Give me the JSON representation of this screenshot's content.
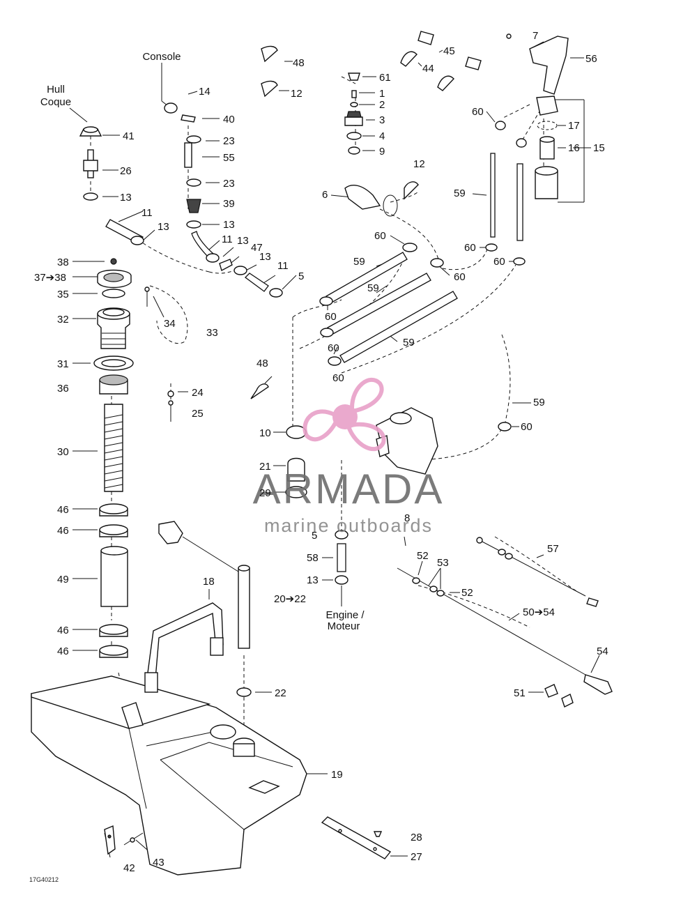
{
  "watermark": {
    "title": "ARMADA",
    "subtitle": "marine outboards",
    "logo_color": "#e8a0c8"
  },
  "notes": {
    "console": "Console",
    "hull": "Hull",
    "coque": "Coque",
    "engine": "Engine /",
    "moteur": "Moteur",
    "figure_code": "17G40212"
  },
  "callouts": {
    "c7": "7",
    "c56": "56",
    "c45": "45",
    "c44": "44",
    "c48a": "48",
    "c12a": "12",
    "c61": "61",
    "c1": "1",
    "c2": "2",
    "c3": "3",
    "c4": "4",
    "c9": "9",
    "c14": "14",
    "c40": "40",
    "c23a": "23",
    "c55": "55",
    "c23b": "23",
    "c39": "39",
    "c13a": "13",
    "c41": "41",
    "c26": "26",
    "c13b": "13",
    "c11a": "11",
    "c13c": "13",
    "c11b": "11",
    "c13d": "13",
    "c47": "47",
    "c13e": "13",
    "c11c": "11",
    "c5a": "5",
    "c60a": "60",
    "c17": "17",
    "c16": "16",
    "c15": "15",
    "c12b": "12",
    "c6": "6",
    "c59a": "59",
    "c60b": "60",
    "c60c": "60",
    "c60d": "60",
    "c59b": "59",
    "c60e": "60",
    "c59c": "59",
    "c60f": "60",
    "c59d": "59",
    "c60g": "60",
    "c60h": "60",
    "c59e": "59",
    "c60i": "60",
    "c38": "38",
    "c37": "37➔38",
    "c35": "35",
    "c32": "32",
    "c34": "34",
    "c33": "33",
    "c31": "31",
    "c36": "36",
    "c24": "24",
    "c25": "25",
    "c48b": "48",
    "c10": "10",
    "c30": "30",
    "c21": "21",
    "c29": "29",
    "c8": "8",
    "c5b": "5",
    "c46a": "46",
    "c46b": "46",
    "c57": "57",
    "c52a": "52",
    "c53": "53",
    "c52b": "52",
    "c58": "58",
    "c13f": "13",
    "c20": "20➔22",
    "c49": "49",
    "c18": "18",
    "c50": "50➔54",
    "c46c": "46",
    "c46d": "46",
    "c54": "54",
    "c51": "51",
    "c22": "22",
    "c19": "19",
    "c28": "28",
    "c27": "27",
    "c42": "42",
    "c43": "43"
  }
}
